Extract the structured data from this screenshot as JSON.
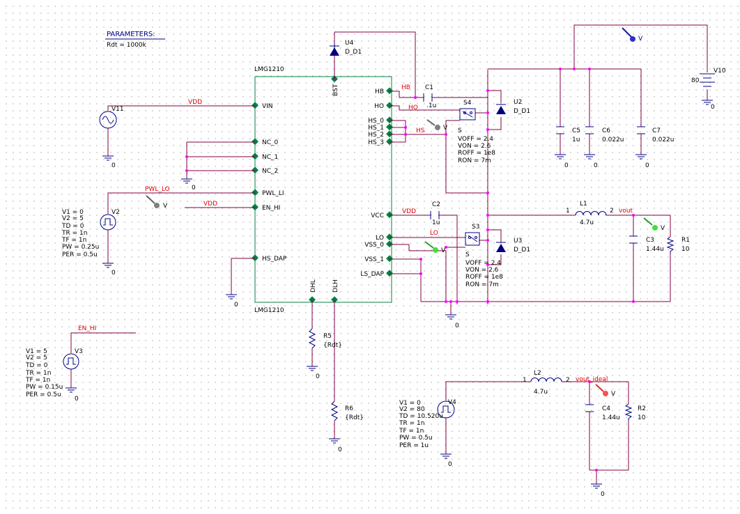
{
  "parameters": {
    "title": "PARAMETERS:",
    "rdt": "Rdt = 1000k"
  },
  "ic": {
    "name_top": "LMG1210",
    "name_bottom": "LMG1210",
    "pins": {
      "bst": "BST",
      "vin": "VIN",
      "nc0": "NC_0",
      "nc1": "NC_1",
      "nc2": "NC_2",
      "pwl_li": "PWL_LI",
      "en_hi": "EN_HI",
      "hs_dap": "HS_DAP",
      "hb": "HB",
      "ho": "HO",
      "hs0": "HS_0",
      "hs1": "HS_1",
      "hs2": "HS_2",
      "hs3": "HS_3",
      "vcc": "VCC",
      "lo": "LO",
      "vss0": "VSS_0",
      "vss1": "VSS_1",
      "ls_dap": "LS_DAP",
      "dhl": "DHL",
      "dlh": "DLH"
    }
  },
  "nets": {
    "vdd1": "VDD",
    "vdd2": "VDD",
    "vdd3": "VDD",
    "pwl_lo": "PWL_LO",
    "en_hi": "EN_HI",
    "hb": "HB",
    "ho": "HO",
    "hs": "HS",
    "lo": "LO",
    "vout": "vout",
    "vout_ideal": "vout_ideal"
  },
  "components": {
    "u4": {
      "ref": "U4",
      "val": "D_D1"
    },
    "u2": {
      "ref": "U2",
      "val": "D_D1"
    },
    "u3": {
      "ref": "U3",
      "val": "D_D1"
    },
    "c1": {
      "ref": "C1",
      "val": ".1u"
    },
    "c2": {
      "ref": "C2",
      "val": "1u"
    },
    "c3": {
      "ref": "C3",
      "val": "1.44u"
    },
    "c4": {
      "ref": "C4",
      "val": "1.44u"
    },
    "c5": {
      "ref": "C5",
      "val": "1u"
    },
    "c6": {
      "ref": "C6",
      "val": "0.022u"
    },
    "c7": {
      "ref": "C7",
      "val": "0.022u"
    },
    "r1": {
      "ref": "R1",
      "val": "10"
    },
    "r2": {
      "ref": "R2",
      "val": "10"
    },
    "r5": {
      "ref": "R5",
      "val": "{Rdt}"
    },
    "r6": {
      "ref": "R6",
      "val": "{Rdt}"
    },
    "l1": {
      "ref": "L1",
      "val": "4.7u",
      "p1": "1",
      "p2": "2"
    },
    "l2": {
      "ref": "L2",
      "val": "4.7u",
      "p1": "1",
      "p2": "2"
    },
    "v10": {
      "ref": "V10",
      "val": "80"
    },
    "v11": {
      "ref": "V11"
    },
    "v2": {
      "ref": "V2",
      "params": [
        "V1 = 0",
        "V2 = 5",
        "TD = 0",
        "TR = 1n",
        "TF = 1n",
        "PW = 0.25u",
        "PER = 0.5u"
      ]
    },
    "v3": {
      "ref": "V3",
      "params": [
        "V1 = 5",
        "V2 = 5",
        "TD = 0",
        "TR = 1n",
        "TF = 1n",
        "PW = 0.15u",
        "PER = 0.5u"
      ]
    },
    "v4": {
      "ref": "V4",
      "params": [
        "V1 = 0",
        "V2 = 80",
        "TD = 10.520u",
        "TR = 1n",
        "TF = 1n",
        "PW = 0.5u",
        "PER = 1u"
      ]
    },
    "s4": {
      "ref": "S4",
      "type": "S",
      "params": [
        "VOFF = 2.4",
        "VON = 2.6",
        "ROFF = 1e8",
        "RON = 7m"
      ]
    },
    "s3": {
      "ref": "S3",
      "type": "S",
      "params": [
        "VOFF = 2.4",
        "VON = 2.6",
        "ROFF = 1e8",
        "RON = 7m"
      ]
    }
  },
  "grounds": {
    "label": "0"
  },
  "probes": {
    "label": "V"
  },
  "colors": {
    "wire": "#800040",
    "pin": "#008040",
    "junction": "#ff00ff",
    "net_label": "#e00000",
    "probe_blue": "#3030c0",
    "probe_green": "#40e040",
    "probe_red": "#ff5050",
    "probe_gray": "#808080"
  }
}
